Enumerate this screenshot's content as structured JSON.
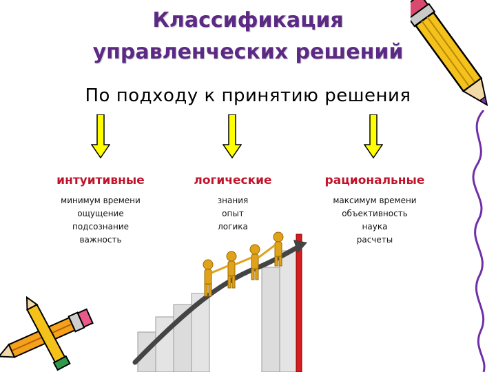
{
  "title": {
    "line1": "Классификация",
    "line2": "управленческих решений"
  },
  "subtitle": "По подходу к принятию решения",
  "columns": [
    {
      "heading": "интуитивные",
      "items": [
        "минимум времени",
        "ощущение",
        "подсознание",
        "важность"
      ]
    },
    {
      "heading": "логические",
      "items": [
        "знания",
        "опыт",
        "логика"
      ]
    },
    {
      "heading": "рациональные",
      "items": [
        "максимум времени",
        "объективность",
        "наука",
        "расчеты"
      ]
    }
  ],
  "colors": {
    "title": "#5c2a85",
    "heading": "#c0142a",
    "arrow": "#ffff00",
    "pencil": "#f4c21a"
  },
  "illustrations": [
    "pencil-icon",
    "pencil-icon",
    "stairs-figures-illustration"
  ]
}
